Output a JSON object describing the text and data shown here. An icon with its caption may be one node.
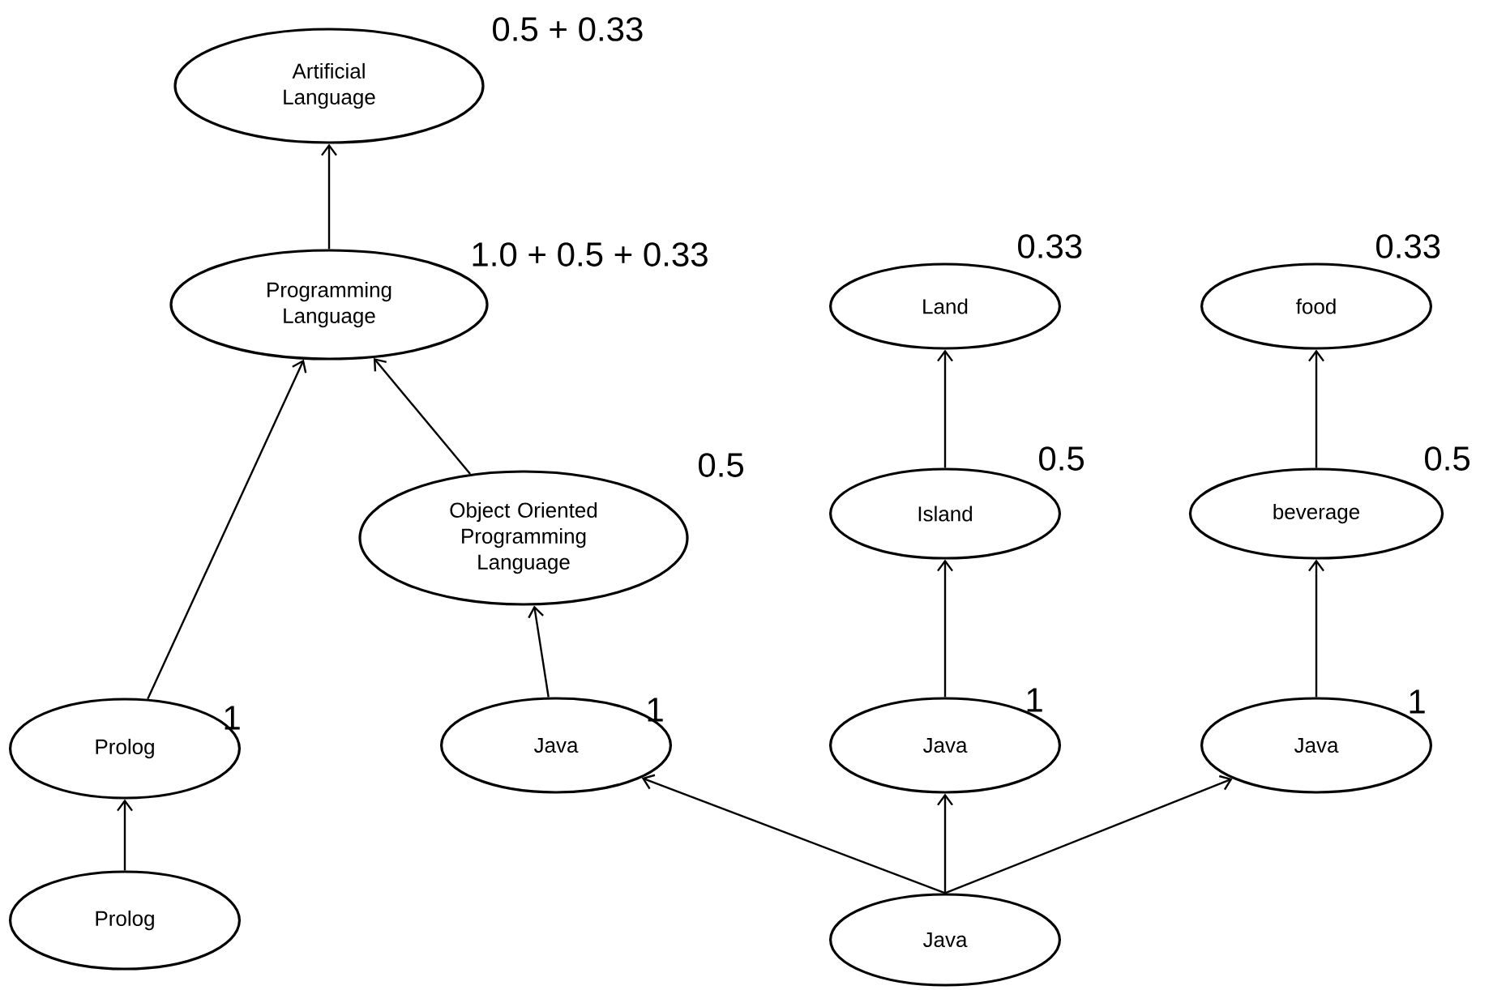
{
  "diagram": {
    "nodes": [
      {
        "text": [
          "Artificial Language"
        ],
        "beside": [
          "0.5 + 0.33"
        ]
      },
      {
        "text": [
          "Programming Language"
        ],
        "beside": [
          "1.0 + 0.5 + 0.33"
        ]
      },
      {
        "text": [
          "Object Oriented Programming Language"
        ],
        "beside": [
          "0.5"
        ]
      },
      {
        "text": [
          "Land"
        ],
        "beside": [
          "0.33"
        ]
      },
      {
        "text": [
          "Island"
        ],
        "beside": [
          "0.5"
        ]
      },
      {
        "text": [
          "food"
        ],
        "beside": [
          "0.33"
        ]
      },
      {
        "text": [
          "beverage"
        ],
        "beside": [
          "0.5"
        ]
      },
      {
        "text": [
          "Prolog"
        ],
        "beside": [
          "1"
        ]
      },
      {
        "text": [
          "Prolog"
        ]
      },
      {
        "text": [
          "Java"
        ],
        "beside": [
          "1"
        ]
      },
      {
        "text": [
          "Java"
        ],
        "beside": [
          "1"
        ]
      },
      {
        "text": [
          "Java"
        ],
        "beside": [
          "1"
        ]
      },
      {
        "text": [
          "Java"
        ]
      }
    ],
    "edges": [
      {
        "from": 1,
        "to": 0,
        "arrow": "to"
      },
      {
        "from": 7,
        "to": 1,
        "arrow": "to"
      },
      {
        "from": 2,
        "to": 1,
        "arrow": "to"
      },
      {
        "from": 8,
        "to": 7,
        "arrow": "to"
      },
      {
        "from": 9,
        "to": 2,
        "arrow": "to"
      },
      {
        "from": 4,
        "to": 3,
        "arrow": "to"
      },
      {
        "from": 10,
        "to": 4,
        "arrow": "to"
      },
      {
        "from": 6,
        "to": 5,
        "arrow": "to"
      },
      {
        "from": 11,
        "to": 6,
        "arrow": "to"
      },
      {
        "from": 12,
        "to": 9,
        "arrow": "to"
      },
      {
        "from": 12,
        "to": 10,
        "arrow": "to"
      },
      {
        "from": 12,
        "to": 11,
        "arrow": "to"
      }
    ]
  }
}
